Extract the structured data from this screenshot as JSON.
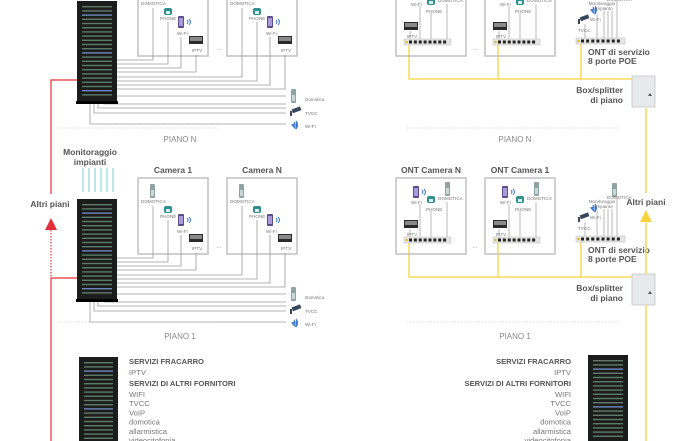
{
  "left": {
    "floor_labels": [
      "PIANO N",
      "PIANO 1"
    ],
    "monitoring": [
      "Monitoraggio",
      "impianti"
    ],
    "rooms": [
      "Camera 1",
      "Camera N"
    ],
    "device_labels": {
      "domotica": "DOMOTICA",
      "phone": "PHONE",
      "wifi": "Wi-Fi",
      "iptv": "IPTV"
    },
    "side_devices": [
      "Domotica",
      "TVCC",
      "Wi-Fi"
    ],
    "other_floors": "Altri piani",
    "ellipsis": "..."
  },
  "right": {
    "floor_labels": [
      "PIANO N",
      "PIANO 1"
    ],
    "rooms": [
      "ONT Camera N",
      "ONT Camera 1"
    ],
    "device_labels": {
      "domotica": "DOMOTICA",
      "phone": "PHONE",
      "wifi": "Wi-Fi",
      "iptv": "IPTV"
    },
    "service_labels": {
      "tvcc": "TVCC",
      "wifi": "Wi-Fi",
      "monitoring": [
        "Monitoraggio",
        "impianto"
      ],
      "domotica": "DOMOTICA"
    },
    "service_ont": [
      "ONT di servizio",
      "8 porte POE"
    ],
    "splitter": [
      "Box/splitter",
      "di piano"
    ],
    "other_floors": "Altri piani",
    "ellipsis": "..."
  },
  "services": {
    "fracarro_title": "SERVIZI FRACARRO",
    "fracarro": [
      "IPTV"
    ],
    "others_title": "SERVIZI DI ALTRI FORNITORI",
    "others": [
      "WIFI",
      "TVCC",
      "VoIP",
      "domotica",
      "allarmistica",
      "videocitofonia"
    ]
  },
  "colors": {
    "copper_line": "#9a9a9a",
    "fiber_line": "#f7d23c",
    "riser_red": "#e5303a",
    "monitor_cyan": "#8fd6d8",
    "rack": "#1b1d1c"
  }
}
